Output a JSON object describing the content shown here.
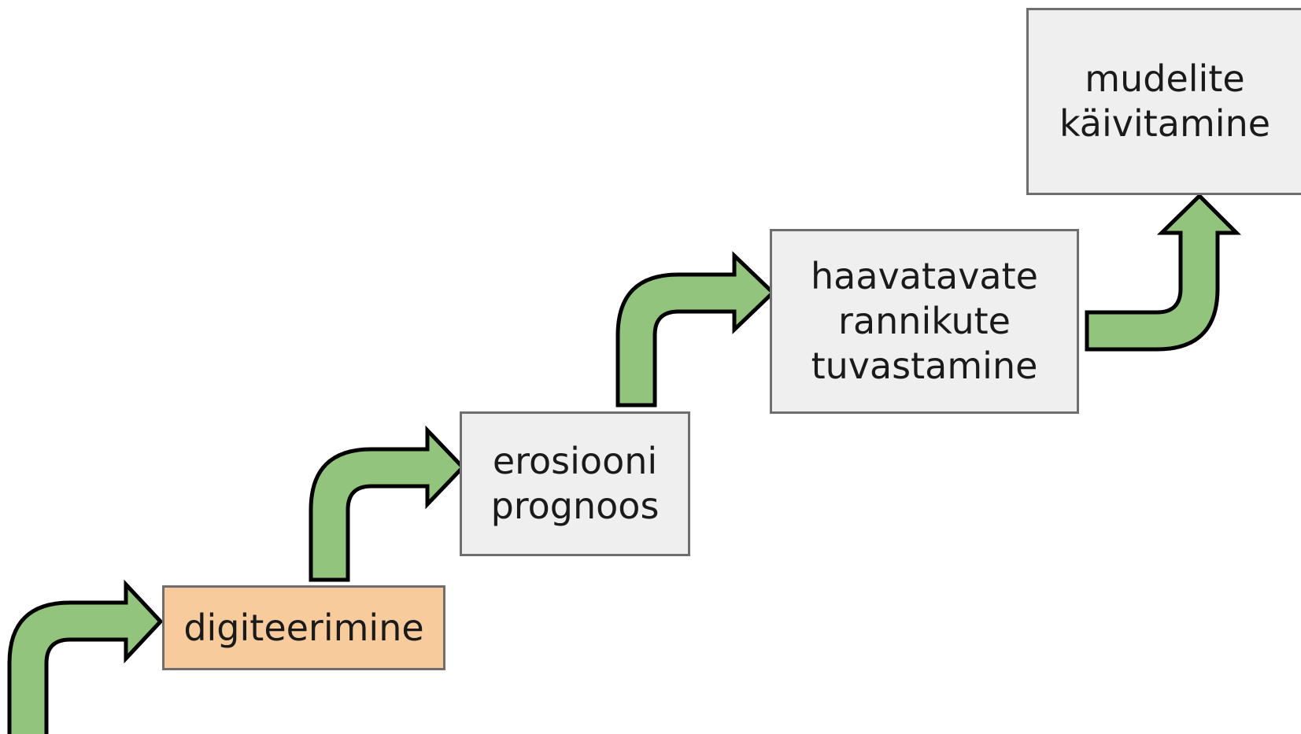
{
  "diagram": {
    "steps": [
      {
        "label": "digiteerimine",
        "highlighted": true
      },
      {
        "label": "erosiooni\nprognoos",
        "highlighted": false
      },
      {
        "label": "haavatavate\nrannikute\ntuvastamine",
        "highlighted": false
      },
      {
        "label": "mudelite\nkäivitamine",
        "highlighted": false
      }
    ],
    "colors": {
      "arrow_fill": "#93c47d",
      "arrow_stroke": "#000000",
      "box_fill": "#efefef",
      "box_highlight_fill": "#f8cb9c",
      "box_border": "#6e6e6e",
      "text": "#1a1a1a"
    },
    "icons": [
      "curved-up-right-arrow-icon",
      "curved-right-up-arrow-icon"
    ]
  }
}
